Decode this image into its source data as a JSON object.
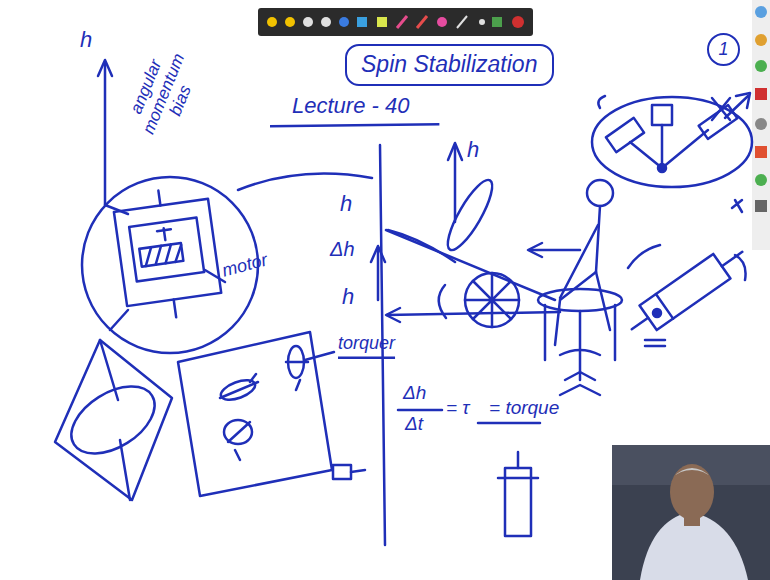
{
  "diagram": {
    "nodes": [
      {
        "text": [
          "Spin Stabilization"
        ]
      },
      {
        "text": [
          "1"
        ]
      }
    ],
    "labels": [
      "Lecture - 40",
      "h⃗",
      "angular momentum bias",
      "motor",
      "torquer",
      "h⃗",
      "Δh⃗",
      "h⃗",
      "h⃗",
      "Δh⃗",
      "Δt",
      "= τ⃗ = torque"
    ]
  }
}
